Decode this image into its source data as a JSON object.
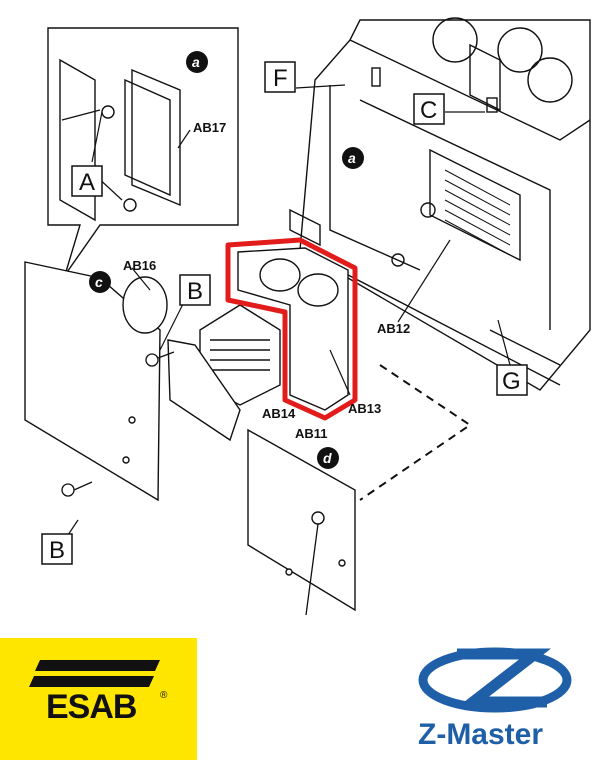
{
  "labels": {
    "a1": "a",
    "a2": "a",
    "c": "c",
    "d": "d",
    "ab17": "AB17",
    "ab16": "AB16",
    "ab12": "AB12",
    "ab13": "AB13",
    "ab14": "AB14",
    "ab11": "AB11",
    "boxA": "A",
    "boxB1": "B",
    "boxB2": "B",
    "boxC": "C",
    "boxF": "F",
    "boxG": "G"
  },
  "colors": {
    "highlight": "#e21b1b",
    "esab_yellow": "#ffe600",
    "zmaster_blue": "#1f5fa8"
  },
  "logos": {
    "esab": "ESAB",
    "esab_mark": "®",
    "zmaster": "Z-Master"
  }
}
